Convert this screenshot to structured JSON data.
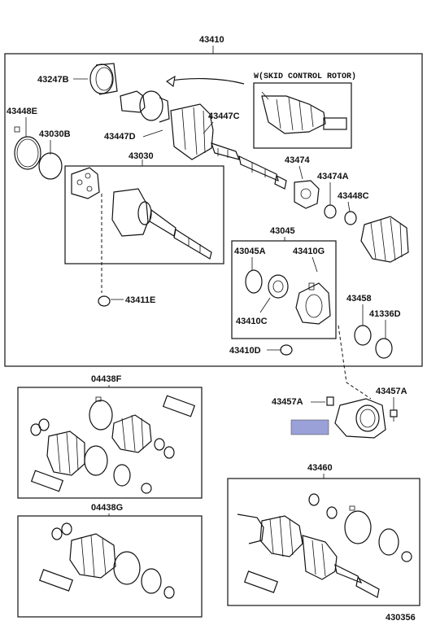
{
  "labels": {
    "main_assembly": "43410",
    "boot_outer": "43247B",
    "band_outer": "43448E",
    "ring_outer": "43030B",
    "joint_outer": "43447D",
    "boot_clamp": "43447C",
    "skid_rotor": "W(SKID CONTROL ROTOR)",
    "outer_joint_set": "43030",
    "inner_boot": "43474",
    "inner_clamp_a": "43474A",
    "inner_clamp_c": "43448C",
    "snap_ring_e": "43411E",
    "bearing_kit": "43045",
    "snap_ring_45a": "43045A",
    "bracket_g": "43410G",
    "bearing_c": "43410C",
    "seal_bearing": "43458",
    "seal_ring": "41336D",
    "snap_ring_d": "43410D",
    "bolt_a_right": "43457A",
    "bolt_a_left": "43457A",
    "boot_kit_f": "04438F",
    "boot_kit_g": "04438G",
    "shaft_assembly": "43460",
    "diagram_number": "430356"
  },
  "colors": {
    "line": "#111111",
    "highlight": "#9aa0d8"
  },
  "icons": {
    "arrow": "curved-arrow-icon"
  }
}
